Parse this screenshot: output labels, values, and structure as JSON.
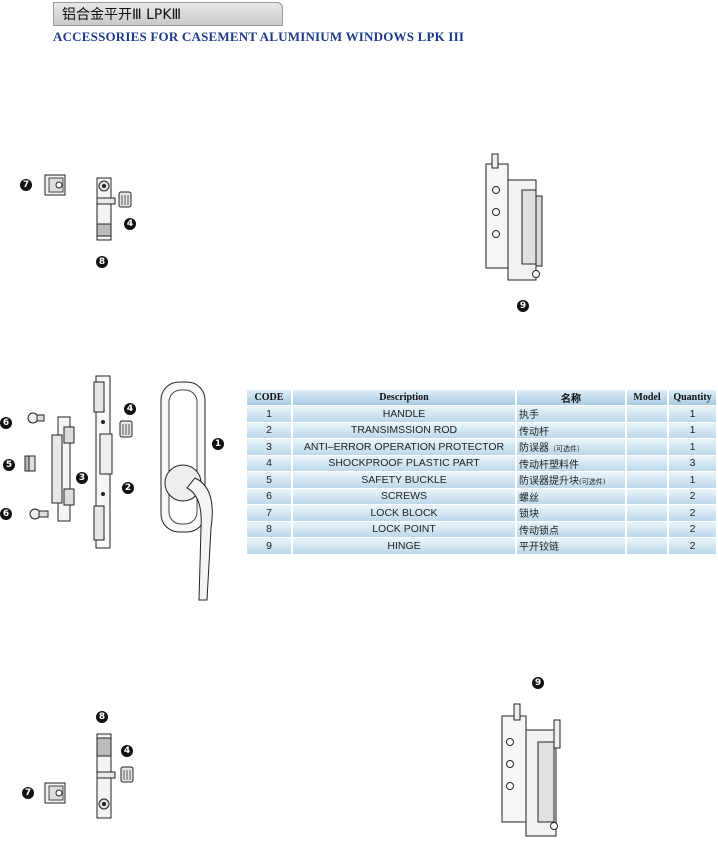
{
  "header": {
    "title": "铝合金平开Ⅲ  LPKⅢ",
    "subtitle": "ACCESSORIES FOR CASEMENT ALUMINIUM WINDOWS   LPK III"
  },
  "callouts": {
    "top": [
      "7",
      "4",
      "8",
      "9"
    ],
    "middle": [
      "6",
      "4",
      "1",
      "5",
      "3",
      "2",
      "6"
    ],
    "bottom": [
      "9",
      "8",
      "4",
      "7"
    ]
  },
  "table": {
    "headers": [
      "CODE",
      "Description",
      "名称",
      "Model",
      "Quantity"
    ],
    "rows": [
      {
        "code": "1",
        "description": "HANDLE",
        "name": "执手",
        "note": "",
        "model": "",
        "quantity": "1"
      },
      {
        "code": "2",
        "description": "TRANSIMSSION ROD",
        "name": "传动杆",
        "note": "",
        "model": "",
        "quantity": "1"
      },
      {
        "code": "3",
        "description": "ANTI–ERROR OPERATION PROTECTOR",
        "name": "防误器",
        "note": "（可选件）",
        "model": "",
        "quantity": "1"
      },
      {
        "code": "4",
        "description": "SHOCKPROOF PLASTIC PART",
        "name": "传动杆塑料件",
        "note": "",
        "model": "",
        "quantity": "3"
      },
      {
        "code": "5",
        "description": "SAFETY BUCKLE",
        "name": "防误器提升块",
        "note": "(可选件)",
        "model": "",
        "quantity": "1"
      },
      {
        "code": "6",
        "description": "SCREWS",
        "name": "螺丝",
        "note": "",
        "model": "",
        "quantity": "2"
      },
      {
        "code": "7",
        "description": "LOCK BLOCK",
        "name": "锁块",
        "note": "",
        "model": "",
        "quantity": "2"
      },
      {
        "code": "8",
        "description": "LOCK POINT",
        "name": "传动锁点",
        "note": "",
        "model": "",
        "quantity": "2"
      },
      {
        "code": "9",
        "description": "HINGE",
        "name": "平开铰链",
        "note": "",
        "model": "",
        "quantity": "2"
      }
    ]
  }
}
